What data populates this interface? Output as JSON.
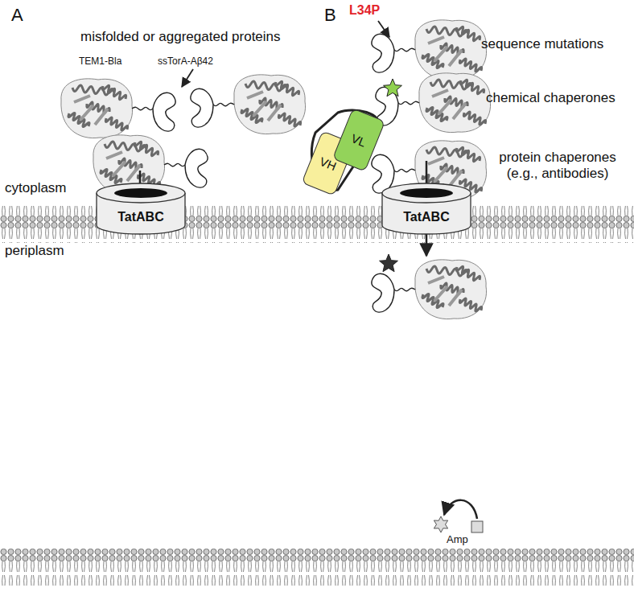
{
  "diagram": {
    "nodes": [
      {
        "text": [
          "TatABC"
        ]
      },
      {
        "text": [
          "TatABC"
        ]
      },
      {
        "text": [
          "VH"
        ]
      },
      {
        "text": [
          "VL"
        ]
      }
    ],
    "labels": [
      "A",
      "B",
      "misfolded or aggregated proteins",
      "TEM1-Bla",
      "ssTorA-Aβ42",
      "L34P",
      "sequence mutations",
      "chemical chaperones",
      "protein chaperones (e.g., antibodies)",
      "cytoplasm",
      "periplasm",
      "Amp"
    ]
  }
}
